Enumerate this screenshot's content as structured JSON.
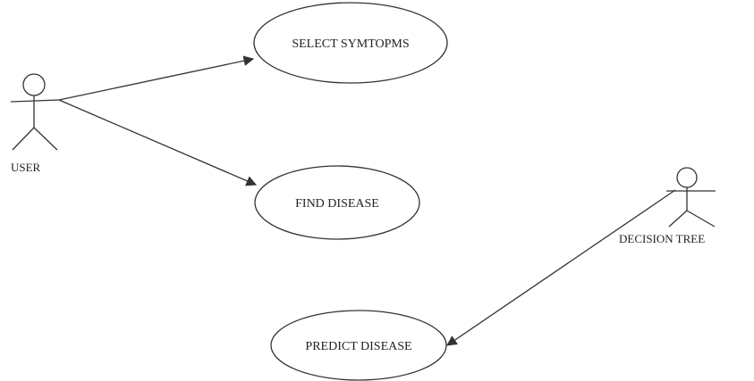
{
  "diagram": {
    "actors": [
      {
        "id": "user",
        "label": "USER"
      },
      {
        "id": "tree",
        "label": "DECISION TREE"
      }
    ],
    "use_cases": [
      {
        "id": "select",
        "label": "SELECT SYMTOPMS"
      },
      {
        "id": "find",
        "label": "FIND DISEASE"
      },
      {
        "id": "predict",
        "label": "PREDICT DISEASE"
      }
    ],
    "associations": [
      {
        "from": "user",
        "to": "select"
      },
      {
        "from": "user",
        "to": "find"
      },
      {
        "from": "tree",
        "to": "predict"
      }
    ]
  }
}
